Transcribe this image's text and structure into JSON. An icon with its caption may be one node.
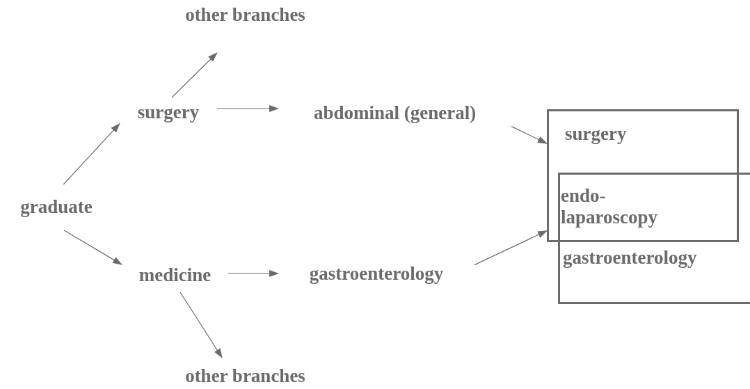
{
  "diagram": {
    "nodes": [
      {
        "text": [
          "graduate"
        ]
      },
      {
        "text": [
          "surgery"
        ]
      },
      {
        "text": [
          "other branches"
        ]
      },
      {
        "text": [
          "abdominal (general)"
        ]
      },
      {
        "text": [
          "medicine"
        ]
      },
      {
        "text": [
          "gastroenterology"
        ]
      },
      {
        "text": [
          "other branches"
        ]
      },
      {
        "text": [
          "surgery"
        ]
      },
      {
        "text": [
          "gastroenterology"
        ]
      }
    ],
    "edges": [
      {
        "from": 0,
        "to": 1,
        "arrow": "to"
      },
      {
        "from": 0,
        "to": 4,
        "arrow": "to"
      },
      {
        "from": 1,
        "to": 2,
        "arrow": "to"
      },
      {
        "from": 1,
        "to": 3,
        "arrow": "to"
      },
      {
        "from": 3,
        "to": 7,
        "arrow": "to"
      },
      {
        "from": 4,
        "to": 5,
        "arrow": "to"
      },
      {
        "from": 4,
        "to": 6,
        "arrow": "to"
      },
      {
        "from": 5,
        "to": 7,
        "arrow": "to"
      }
    ],
    "labels": [
      "endo- laparoscopy"
    ]
  }
}
